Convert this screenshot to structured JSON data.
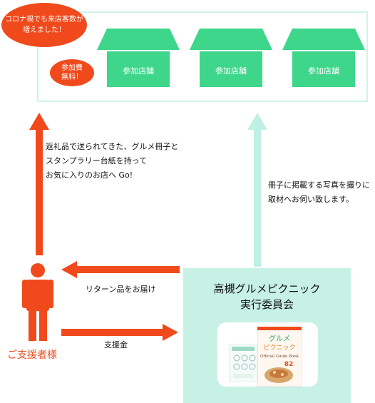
{
  "callout": {
    "line1": "コロナ禍でも来店客数が",
    "line2": "増えました！"
  },
  "participation_badge": {
    "line1": "参加費",
    "line2": "無料！"
  },
  "stores": [
    {
      "label": "参加店舗"
    },
    {
      "label": "参加店舗"
    },
    {
      "label": "参加店舗"
    }
  ],
  "notes": {
    "supporter_flow": {
      "line1": "返礼品で送られてきた、グルメ冊子と",
      "line2": "スタンプラリー台紙を持って",
      "line3": "お気に入りのお店へ Go!"
    },
    "committee_flow": {
      "line1": "冊子に掲載する写真を撮りに",
      "line2": "取材へお伺い致します。"
    },
    "return_gift": "リターン品をお届け",
    "support_money": "支援金"
  },
  "supporter": {
    "label": "ご支援者様"
  },
  "organizer": {
    "line1": "高槻グルメピクニック",
    "line2": "実行委員会"
  },
  "booklet": {
    "title_top": "グルメ",
    "title_bottom": "ピクニック",
    "subtitle": "Official Guide Book",
    "number": "82"
  },
  "colors": {
    "red": "#f04a1c",
    "green": "#3ed68a",
    "mint": "#c8f1e6",
    "mint_arrow": "#bff0e4"
  }
}
